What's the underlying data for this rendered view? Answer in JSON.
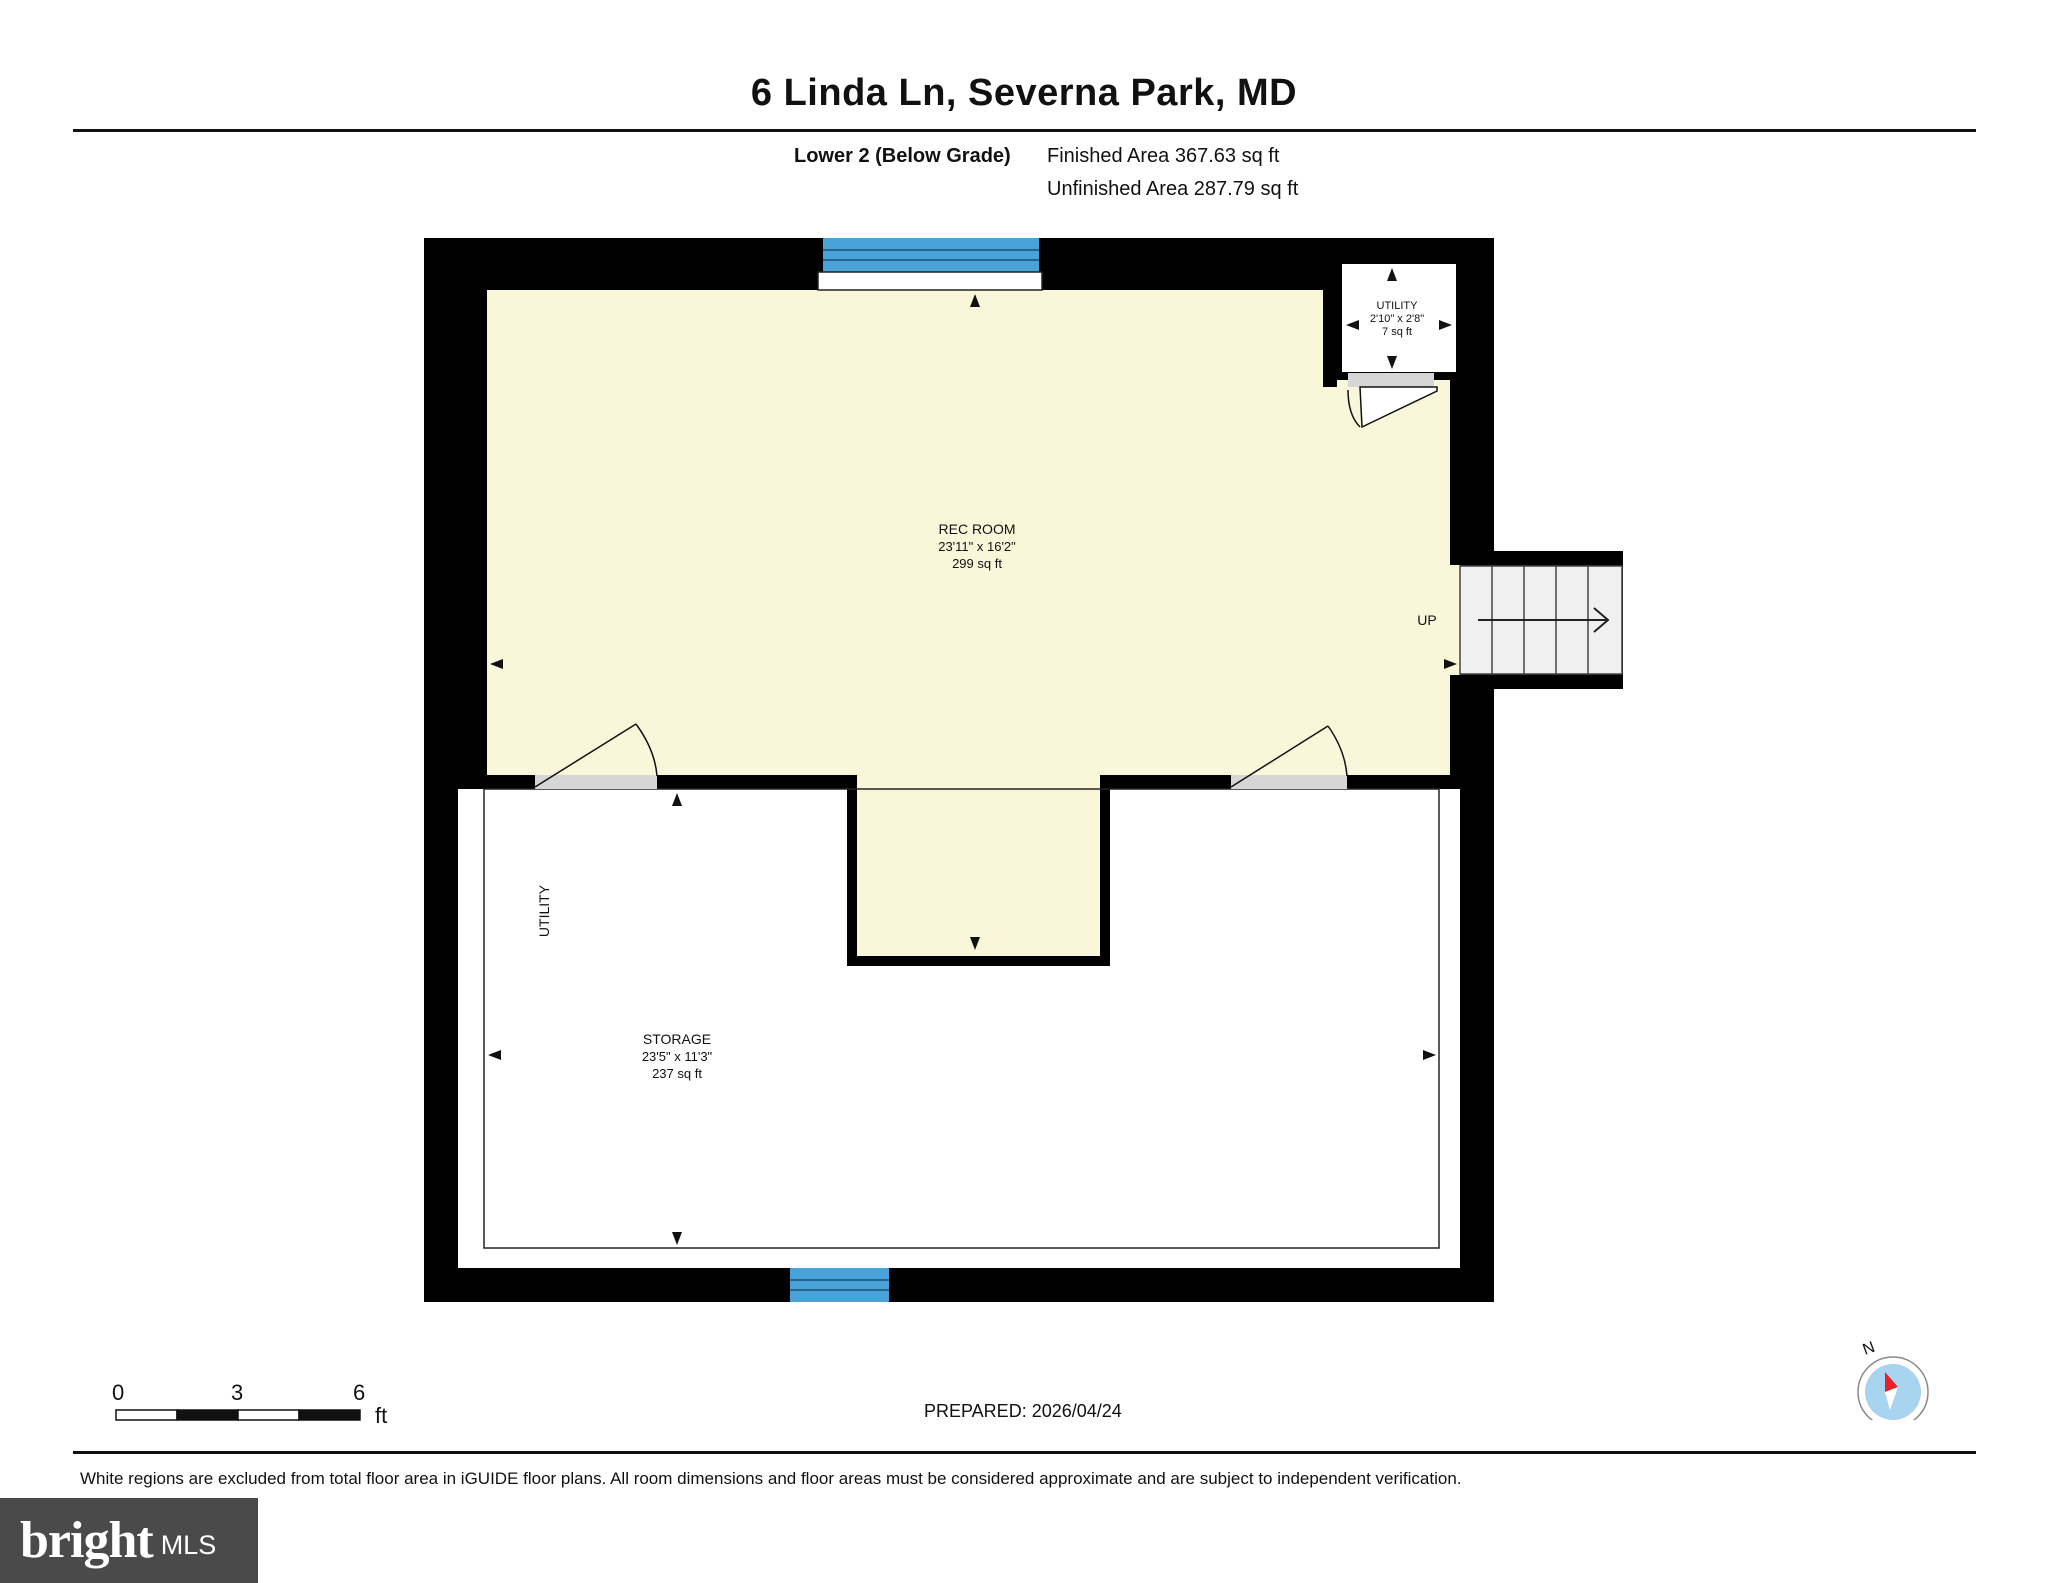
{
  "header": {
    "address": "6 Linda Ln, Severna Park, MD",
    "level": "Lower 2 (Below Grade)",
    "finished_area": "Finished Area 367.63 sq ft",
    "unfinished_area": "Unfinished Area 287.79 sq ft"
  },
  "rooms": {
    "rec_room": {
      "name": "REC ROOM",
      "dims": "23'11\" x 16'2\"",
      "area": "299 sq ft"
    },
    "utility_closet": {
      "name": "UTILITY",
      "dims": "2'10\" x 2'8\"",
      "area": "7 sq ft"
    },
    "storage": {
      "name": "STORAGE",
      "dims": "23'5\" x 11'3\"",
      "area": "237 sq ft"
    },
    "utility_label": "UTILITY",
    "stairs_label": "UP"
  },
  "scale": {
    "ticks": [
      "0",
      "3",
      "6"
    ],
    "unit": "ft"
  },
  "prepared": "PREPARED: 2026/04/24",
  "compass_label": "N",
  "disclaimer": "White regions are excluded from total floor area in iGUIDE floor plans. All room dimensions and floor areas must be considered approximate and are subject to independent verification.",
  "logo": {
    "wordmark": "bright",
    "suffix": "MLS"
  },
  "colors": {
    "finished_floor": "#faf6d9",
    "walls": "#000000",
    "windows": "#4aa3d8",
    "door": "#d6d6d6",
    "compass_ring": "#a8d4ef",
    "compass_needle": "#e8202a",
    "logo_bg": "#4a4a4a"
  }
}
